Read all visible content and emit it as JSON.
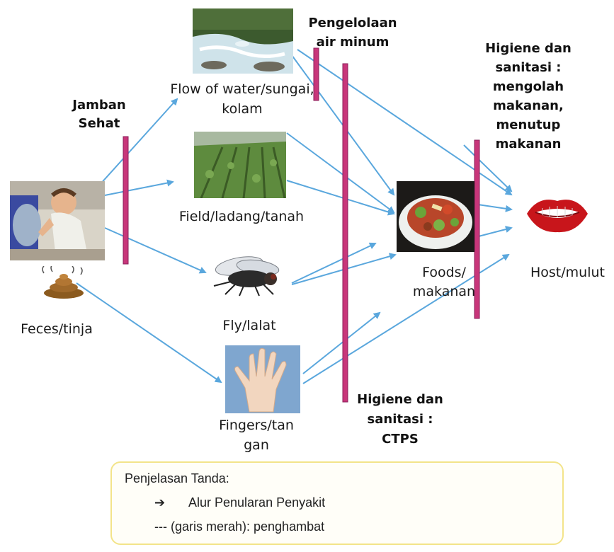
{
  "nodes": {
    "feces": "Feces/tinja",
    "water_1": "Flow of water/sungai,",
    "water_2": "kolam",
    "field": "Field/ladang/tanah",
    "fly": "Fly/lalat",
    "fingers_1": "Fingers/tan",
    "fingers_2": "gan",
    "foods_1": "Foods/",
    "foods_2": "makanan",
    "host": "Host/mulut"
  },
  "barriers": {
    "jamban_1": "Jamban",
    "jamban_2": "Sehat",
    "air_1": "Pengelolaan",
    "air_2": "air minum",
    "makanan_1": "Higiene dan",
    "makanan_2": "sanitasi :",
    "makanan_3": "mengolah",
    "makanan_4": "makanan,",
    "makanan_5": "menutup",
    "makanan_6": "makanan",
    "ctps_1": "Higiene dan",
    "ctps_2": "sanitasi :",
    "ctps_3": "CTPS"
  },
  "legend": {
    "title": "Penjelasan Tanda:",
    "arrow_symbol": "➔",
    "arrow_text": "Alur Penularan Penyakit",
    "barrier_text": "--- (garis merah): penghambat"
  },
  "colors": {
    "arrow": "#5aa7dd",
    "barrier": "#c8367a",
    "barrier_edge": "#8a1f5a",
    "legend_border": "#f3e48a"
  }
}
